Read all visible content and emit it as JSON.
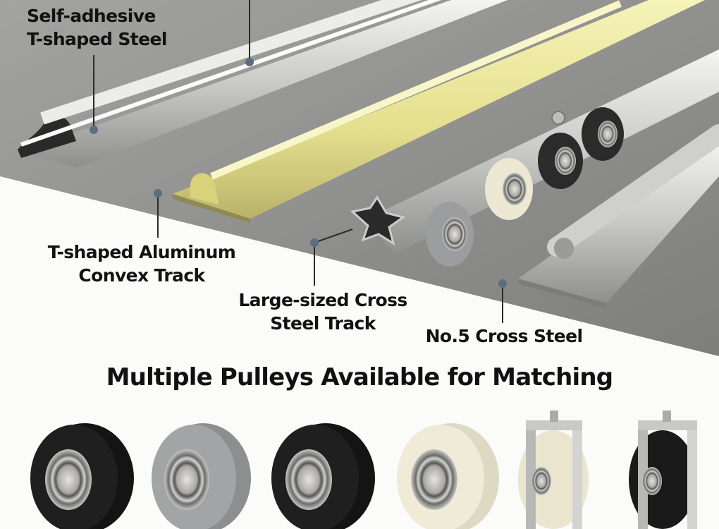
{
  "labels": {
    "self_adhesive": [
      "Self-adhesive",
      "T-shaped Steel"
    ],
    "aluminum_track": [
      "T-shaped Aluminum",
      "Convex Track"
    ],
    "cross_steel_track": [
      "Large-sized Cross",
      "Steel Track"
    ],
    "no5_cross_steel": [
      "No.5 Cross Steel"
    ]
  },
  "heading": "Multiple Pulleys Available for Matching",
  "colors": {
    "floor": "#8d8d8c",
    "background": "#fbfbfa",
    "steel": "#d7d8d6",
    "aluminum_yellow": "#e7e39a",
    "callout_dot": "#5b6e80",
    "text": "#121212"
  },
  "pulleys": [
    {
      "name": "black-nylon-bearing-pulley",
      "color": "#1c1c1c"
    },
    {
      "name": "grey-nylon-bearing-pulley",
      "color": "#9c9d9e"
    },
    {
      "name": "black-nylon-bearing-pulley",
      "color": "#1c1c1c"
    },
    {
      "name": "cream-nylon-bearing-pulley",
      "color": "#ece8d3"
    },
    {
      "name": "cream-pulley-with-steel-bracket",
      "color": "#ece8d3"
    },
    {
      "name": "black-pulley-with-steel-bracket",
      "color": "#1c1c1c"
    }
  ]
}
